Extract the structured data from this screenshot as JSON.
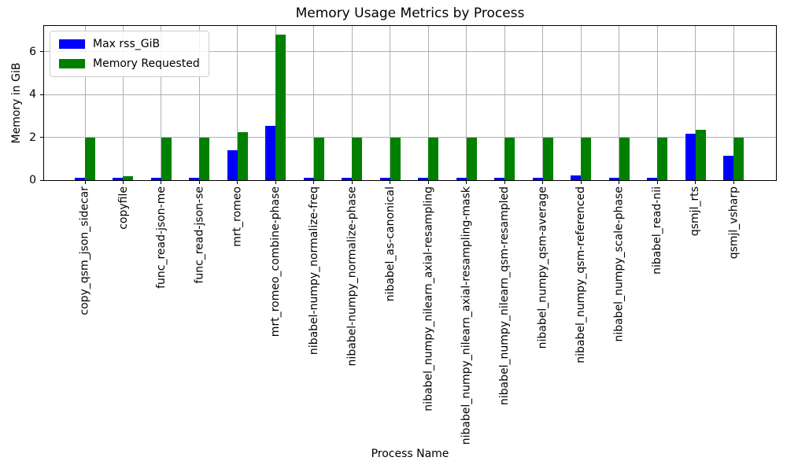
{
  "chart_data": {
    "type": "bar",
    "title": "Memory Usage Metrics by Process",
    "xlabel": "Process Name",
    "ylabel": "Memory in GiB",
    "grid": true,
    "legend_position": "upper left",
    "ylim": [
      0,
      7.2
    ],
    "yticks": [
      0,
      2,
      4,
      6
    ],
    "categories": [
      "copy_qsm_json_sidecar",
      "copyfile",
      "func_read-json-me",
      "func_read-json-se",
      "mrt_romeo",
      "mrt_romeo_combine-phase",
      "nibabel-numpy_normalize-freq",
      "nibabel-numpy_normalize-phase",
      "nibabel_as-canonical",
      "nibabel_numpy_nilearn_axial-resampling",
      "nibabel_numpy_nilearn_axial-resampling-mask",
      "nibabel_numpy_nilearn_qsm-resampled",
      "nibabel_numpy_qsm-average",
      "nibabel_numpy_qsm-referenced",
      "nibabel_numpy_scale-phase",
      "nibabel_read-nii",
      "qsmjl_rts",
      "qsmjl_vsharp"
    ],
    "series": [
      {
        "name": "Max rss_GiB",
        "color": "#0000ff",
        "values": [
          0.12,
          0.12,
          0.12,
          0.12,
          1.4,
          2.55,
          0.12,
          0.12,
          0.12,
          0.12,
          0.12,
          0.12,
          0.12,
          0.22,
          0.12,
          0.12,
          2.15,
          1.15
        ]
      },
      {
        "name": "Memory Requested",
        "color": "#008000",
        "values": [
          2.0,
          0.2,
          2.0,
          2.0,
          2.25,
          6.8,
          2.0,
          2.0,
          2.0,
          2.0,
          2.0,
          2.0,
          2.0,
          2.0,
          2.0,
          2.0,
          2.35,
          2.0
        ]
      }
    ]
  }
}
